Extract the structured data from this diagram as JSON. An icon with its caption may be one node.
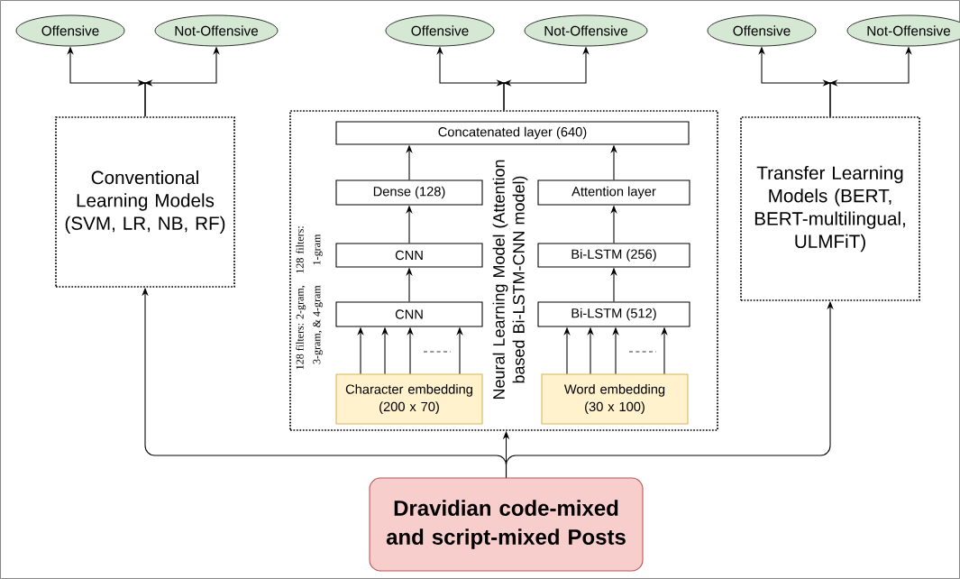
{
  "diagram": {
    "nodes": [
      {
        "text": [
          "Offensive"
        ]
      },
      {
        "text": [
          "Not-Offensive"
        ]
      },
      {
        "text": [
          "Offensive"
        ]
      },
      {
        "text": [
          "Not-Offensive"
        ]
      },
      {
        "text": [
          "Offensive"
        ]
      },
      {
        "text": [
          "Not-Offensive"
        ]
      },
      {
        "text": [
          "Conventional Learning Models (SVM, LR, NB, RF)"
        ]
      },
      {
        "text": [
          "Neural Learning Model (Attention based Bi-LSTM-CNN model)"
        ]
      },
      {
        "text": [
          "Concatenated layer (640)"
        ],
        "in": 7
      },
      {
        "text": [
          "Dense (128)"
        ],
        "in": 7
      },
      {
        "text": [
          "CNN"
        ],
        "in": 7
      },
      {
        "text": [
          "CNN"
        ],
        "in": 7
      },
      {
        "text": [
          "Character embedding (200 x 70)"
        ],
        "in": 7
      },
      {
        "text": [
          "Attention layer"
        ],
        "in": 7
      },
      {
        "text": [
          "Bi-LSTM (256)"
        ],
        "in": 7
      },
      {
        "text": [
          "Bi-LSTM (512)"
        ],
        "in": 7
      },
      {
        "text": [
          "Word embedding (30 x 100)"
        ],
        "in": 7
      },
      {
        "text": [
          "Transfer Learning Models (BERT, BERT-multilingual, ULMFiT)"
        ]
      },
      {
        "text": [
          "Dravidian code-mixed and script-mixed Posts"
        ]
      }
    ],
    "edges": [
      {
        "from": 6,
        "to": 0,
        "arrow": "to"
      },
      {
        "from": 6,
        "to": 1,
        "arrow": "to"
      },
      {
        "from": 7,
        "to": 2,
        "arrow": "to"
      },
      {
        "from": 7,
        "to": 3,
        "arrow": "to"
      },
      {
        "from": 17,
        "to": 4,
        "arrow": "to"
      },
      {
        "from": 17,
        "to": 5,
        "arrow": "to"
      },
      {
        "from": 12,
        "to": 11,
        "arrow": "to"
      },
      {
        "from": 12,
        "to": 11,
        "arrow": "to"
      },
      {
        "from": 12,
        "to": 11,
        "arrow": "to"
      },
      {
        "from": 12,
        "to": 11,
        "arrow": "to"
      },
      {
        "from": 11,
        "to": 10,
        "arrow": "to"
      },
      {
        "from": 10,
        "to": 9,
        "arrow": "to"
      },
      {
        "from": 9,
        "to": 8,
        "arrow": "to"
      },
      {
        "from": 16,
        "to": 15,
        "arrow": "to"
      },
      {
        "from": 16,
        "to": 15,
        "arrow": "to"
      },
      {
        "from": 16,
        "to": 15,
        "arrow": "to"
      },
      {
        "from": 16,
        "to": 15,
        "arrow": "to"
      },
      {
        "from": 15,
        "to": 14,
        "arrow": "to"
      },
      {
        "from": 14,
        "to": 13,
        "arrow": "to"
      },
      {
        "from": 13,
        "to": 8,
        "arrow": "to"
      },
      {
        "from": 18,
        "to": 6,
        "arrow": "to"
      },
      {
        "from": 18,
        "to": 7,
        "arrow": "to"
      },
      {
        "from": 18,
        "to": 17,
        "arrow": "to"
      }
    ],
    "labels": [
      "128 filters: 2-gram, 3-gram, & 4-gram",
      "128 filters: 1-gram"
    ]
  }
}
